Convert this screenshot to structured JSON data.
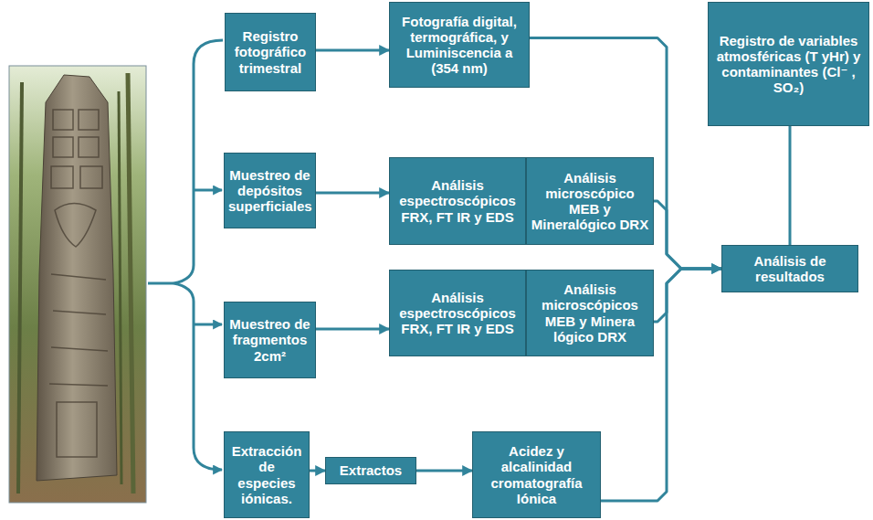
{
  "diagram": {
    "nodes": [
      {
        "text": [
          "Registro fotográfico trimestral"
        ]
      },
      {
        "text": [
          "Fotografía digital, termográfica, y Luminiscencia a (354 nm)"
        ]
      },
      {
        "text": [
          "Registro de variables atmosféricas (T yHr) y contaminantes (Cl⁻ , SO₂)"
        ]
      },
      {
        "text": [
          "Muestreo de depósitos superficiales"
        ]
      },
      {
        "text": [
          "Análisis espectroscópicos FRX, FT IR y EDS"
        ]
      },
      {
        "text": [
          "Análisis microscópico MEB y Mineralógico DRX"
        ]
      },
      {
        "text": [
          "Análisis de resultados"
        ]
      },
      {
        "text": [
          "Muestreo de fragmentos 2cm²"
        ]
      },
      {
        "text": [
          "Análisis espectroscópicos FRX, FT IR y EDS"
        ]
      },
      {
        "text": [
          "Análisis microscópicos MEB y Minera lógico DRX"
        ]
      },
      {
        "text": [
          "Extracción de especies iónicas."
        ]
      },
      {
        "text": [
          "Extractos"
        ]
      },
      {
        "text": [
          "Acidez y alcalinidad cromatografía Iónica"
        ]
      }
    ],
    "edges": [
      {
        "from": 0,
        "to": 1,
        "arrow": "to"
      },
      {
        "from": 3,
        "to": 4,
        "arrow": "to"
      },
      {
        "from": 7,
        "to": 8,
        "arrow": "to"
      },
      {
        "from": 10,
        "to": 11,
        "arrow": "to"
      },
      {
        "from": 11,
        "to": 12,
        "arrow": "to"
      },
      {
        "from": 1,
        "to": 6,
        "arrow": "none"
      },
      {
        "from": 5,
        "to": 6,
        "arrow": "to"
      },
      {
        "from": 9,
        "to": 6,
        "arrow": "to"
      },
      {
        "from": 12,
        "to": 6,
        "arrow": "none"
      },
      {
        "from": 2,
        "to": 6,
        "arrow": "none"
      }
    ]
  }
}
